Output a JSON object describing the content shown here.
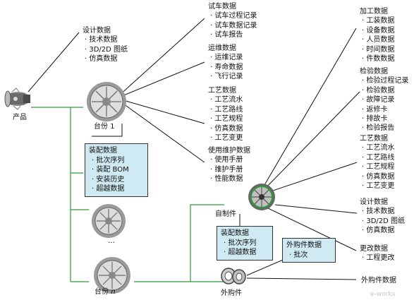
{
  "nodes": {
    "product": "产品",
    "unit1": "台份 1",
    "unit_n_prefix": "台份 ",
    "unit_n_suffix": "n",
    "ellipsis": "…",
    "self_made": "自制件",
    "purchased": "外购件"
  },
  "groups": {
    "design_top": {
      "title": "设计数据",
      "items": [
        "技术数据",
        "3D/2D 图纸",
        "仿真数据"
      ]
    },
    "trial": {
      "title": "试车数据",
      "items": [
        "试车过程记录",
        "试车数据记录",
        "试车报告"
      ]
    },
    "ops": {
      "title": "运维数据",
      "items": [
        "运维记录",
        "寿命数据",
        "飞行记录"
      ]
    },
    "process_top": {
      "title": "工艺数据",
      "items": [
        "工艺流水",
        "工艺路线",
        "工艺规程",
        "仿真数据",
        "工艺变更"
      ]
    },
    "maint": {
      "title": "使用维护数据",
      "items": [
        "使用手册",
        "维护手册",
        "性能数据"
      ]
    },
    "machining": {
      "title": "加工数据",
      "items": [
        "工装数据",
        "设备数据",
        "人员数据",
        "时间数据",
        "件数数据"
      ]
    },
    "inspect": {
      "title": "检验数据",
      "items": [
        "检验过程记录",
        "检验数据",
        "故障记录",
        "返修卡",
        "排故卡",
        "检验报告"
      ]
    },
    "process_right": {
      "title": "工艺数据",
      "items": [
        "工艺流水",
        "工艺路线",
        "工艺规程",
        "仿真数据",
        "工艺变更"
      ]
    },
    "design_right": {
      "title": "设计数据",
      "items": [
        "技术数据",
        "3D/2D 图纸",
        "仿真数据"
      ]
    },
    "change": {
      "title": "更改数据",
      "items": [
        "工程更改"
      ]
    },
    "purch_right": {
      "title": "外购件数据"
    }
  },
  "boxes": {
    "assembly_main": {
      "title": "装配数据",
      "items": [
        "批次序列",
        "装配 BOM",
        "安装历史",
        "超越数据"
      ]
    },
    "assembly_self": {
      "title": "装配数据",
      "items": [
        "批次序列",
        "超越数据"
      ]
    },
    "purchased_box": {
      "title": "外购件数据",
      "items": [
        "批次"
      ]
    }
  },
  "watermark": "e-works",
  "colors": {
    "green_line": "#2e9b3a",
    "black_line": "#111111",
    "box_fill": "#cfeaf2"
  }
}
